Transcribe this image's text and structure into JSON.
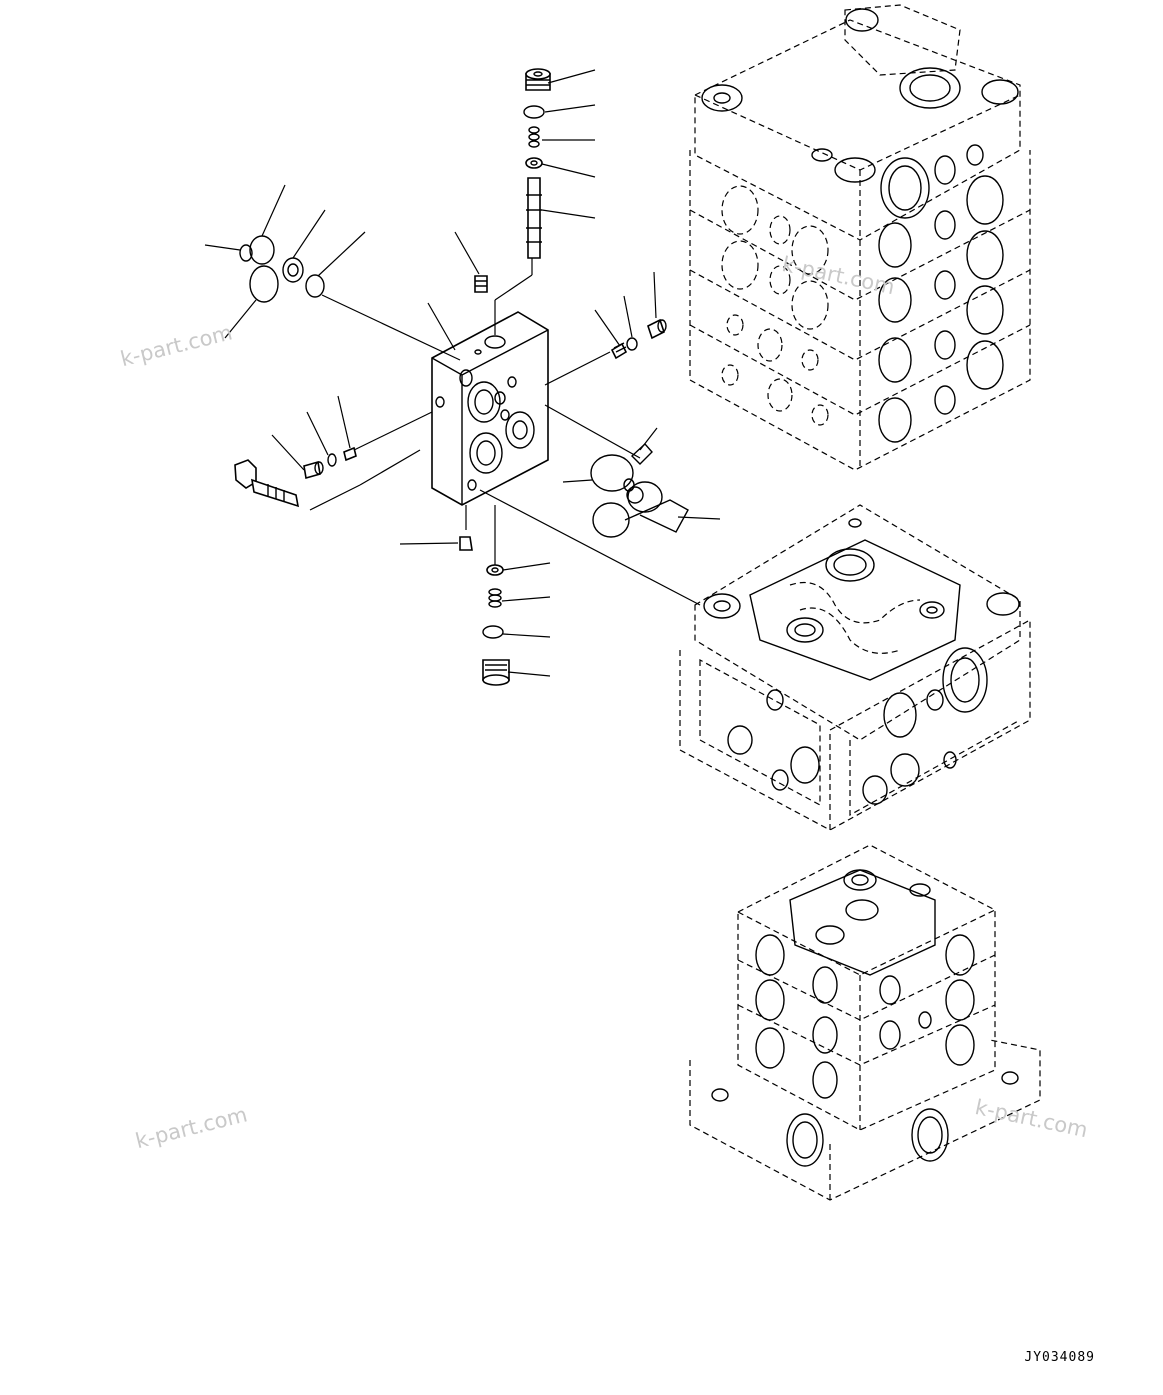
{
  "diagram": {
    "drawing_code": "JY034089",
    "watermarks": [
      "k-part.com",
      "k-part.com",
      "k-part.com",
      "k-part.com"
    ]
  }
}
